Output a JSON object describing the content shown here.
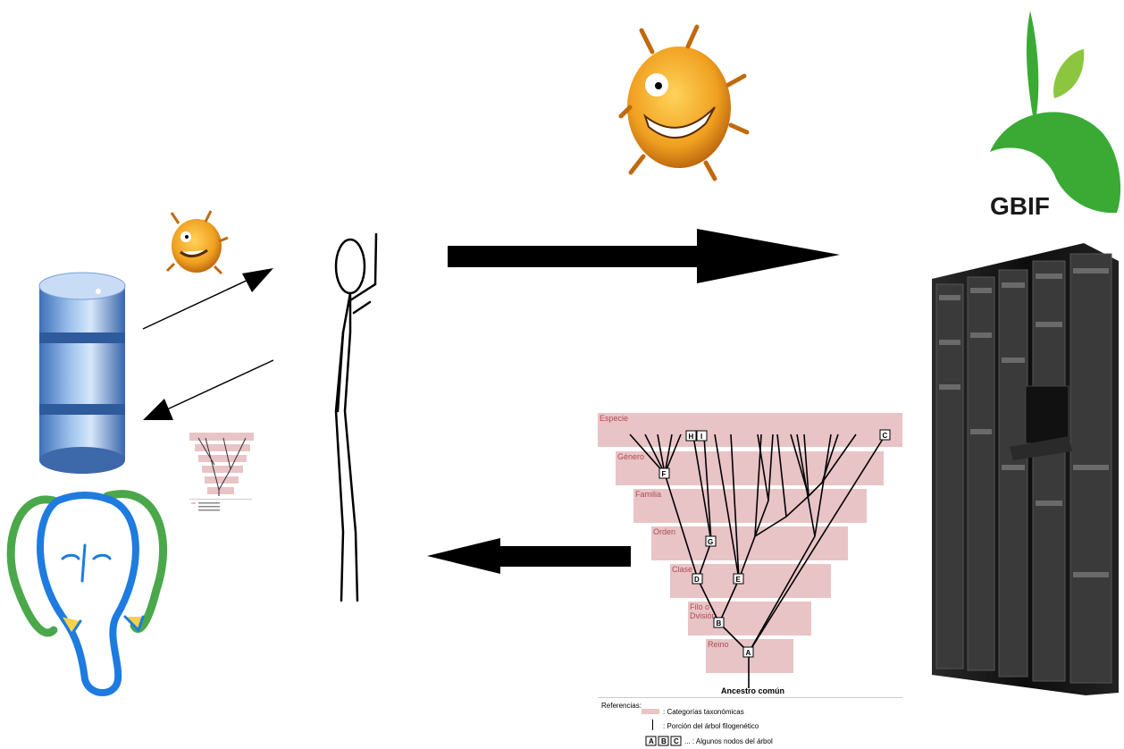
{
  "logo": {
    "text": "GBIF",
    "leaf_color": "#3aaa35",
    "leaf_light": "#8cc63f"
  },
  "tree": {
    "ranks": [
      "Especie",
      "Género",
      "Familia",
      "Orden",
      "Clase",
      "Filo o",
      "Dvisión",
      "Reino"
    ],
    "nodes": [
      "H",
      "I",
      "C",
      "F",
      "G",
      "D",
      "E",
      "B",
      "A"
    ],
    "root_label": "Ancestro común",
    "legend_title": "Referencias:",
    "legend_items": [
      ": Categorías taxonómicas",
      ": Porción del árbol filogenético",
      "... : Algunos nodos del árbol"
    ],
    "legend_boxes": [
      "A",
      "B",
      "C"
    ],
    "band_color": "#e8c4c6",
    "rank_text_color": "#b04a55"
  },
  "colors": {
    "db_blue": "#5f8fd0",
    "pg_blue": "#1e7be0",
    "pg_green": "#4aa84a",
    "bug": "#f0a020",
    "rack": "#1a1a1a"
  }
}
